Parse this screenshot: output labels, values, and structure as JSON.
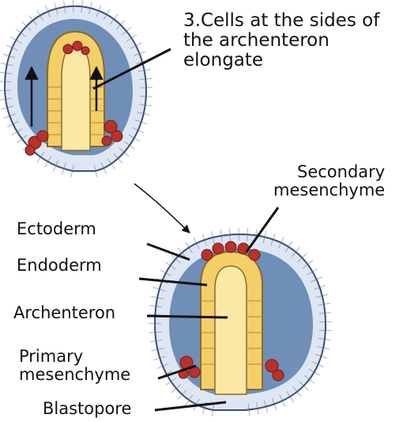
{
  "step_label": {
    "line1": "3.Cells at the sides of",
    "line2": "the archenteron",
    "line3": "elongate"
  },
  "labels": {
    "ectoderm": "Ectoderm",
    "endoderm": "Endoderm",
    "archenteron": "Archenteron",
    "primary_line1": "Primary",
    "primary_line2": "mesenchyme",
    "blastopore": "Blastopore",
    "secondary_line1": "Secondary",
    "secondary_line2": "mesenchyme"
  },
  "colors": {
    "blastocoel": "#6f8fb8",
    "ectoderm_cells": "#e9eef8",
    "endoderm_cells": "#f3cf68",
    "archenteron_lumen": "#fbe8a4",
    "mesenchyme": "#b8322b"
  }
}
